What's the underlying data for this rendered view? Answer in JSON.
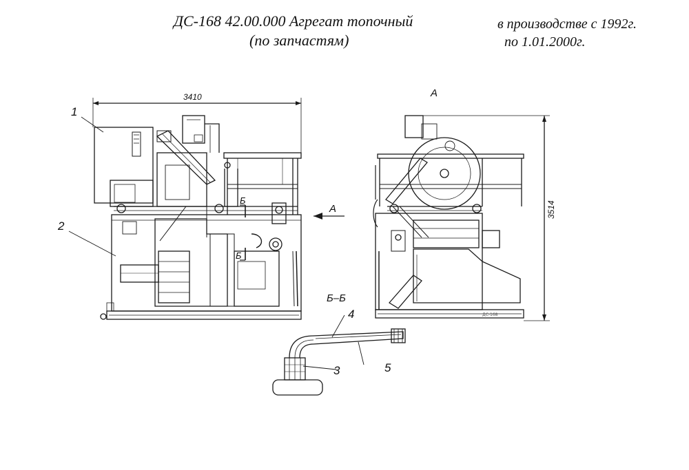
{
  "header": {
    "title_line1": "ДС-168 42.00.000 Агрегат топочный",
    "title_line2": "(по запчастям)",
    "production_line1": "в производстве с 1992г.",
    "production_line2": "по 1.01.2000г."
  },
  "drawing": {
    "dim_width": "3410",
    "dim_height": "3514",
    "view_label": "А",
    "arrow_label": "А",
    "section_mark_top": "Б",
    "section_mark_bottom": "Б",
    "section_title": "Б–Б",
    "callouts": [
      "1",
      "2",
      "3",
      "4",
      "5"
    ]
  }
}
